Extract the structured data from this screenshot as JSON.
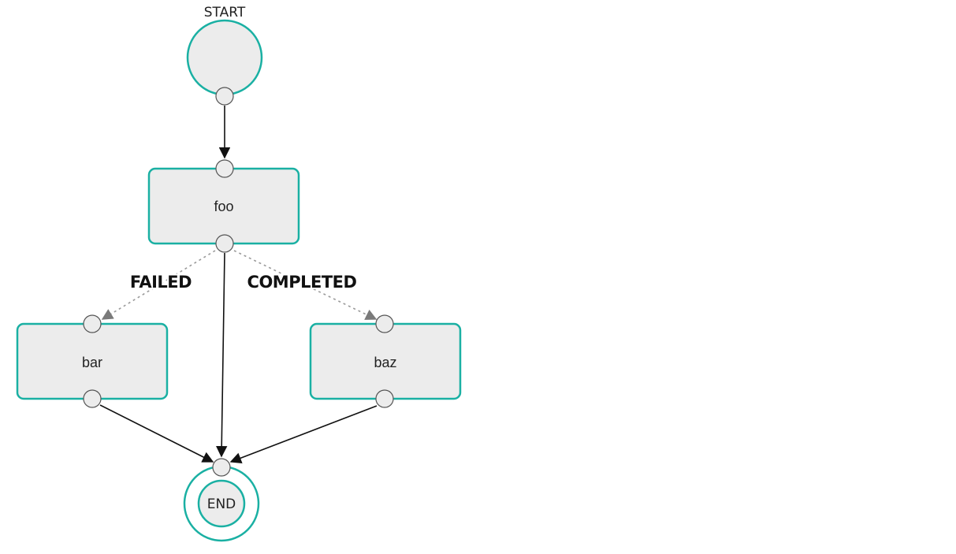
{
  "diagram": {
    "start": {
      "label": "START"
    },
    "end": {
      "label": "END"
    },
    "nodes": {
      "foo": {
        "label": "foo"
      },
      "bar": {
        "label": "bar"
      },
      "baz": {
        "label": "baz"
      }
    },
    "edges": {
      "failed": {
        "label": "FAILED"
      },
      "completed": {
        "label": "COMPLETED"
      }
    },
    "colors": {
      "node_border": "#1ab0a3",
      "node_fill": "#ececec",
      "edge": "#111111",
      "conditional_edge": "#9a9a9a"
    }
  }
}
